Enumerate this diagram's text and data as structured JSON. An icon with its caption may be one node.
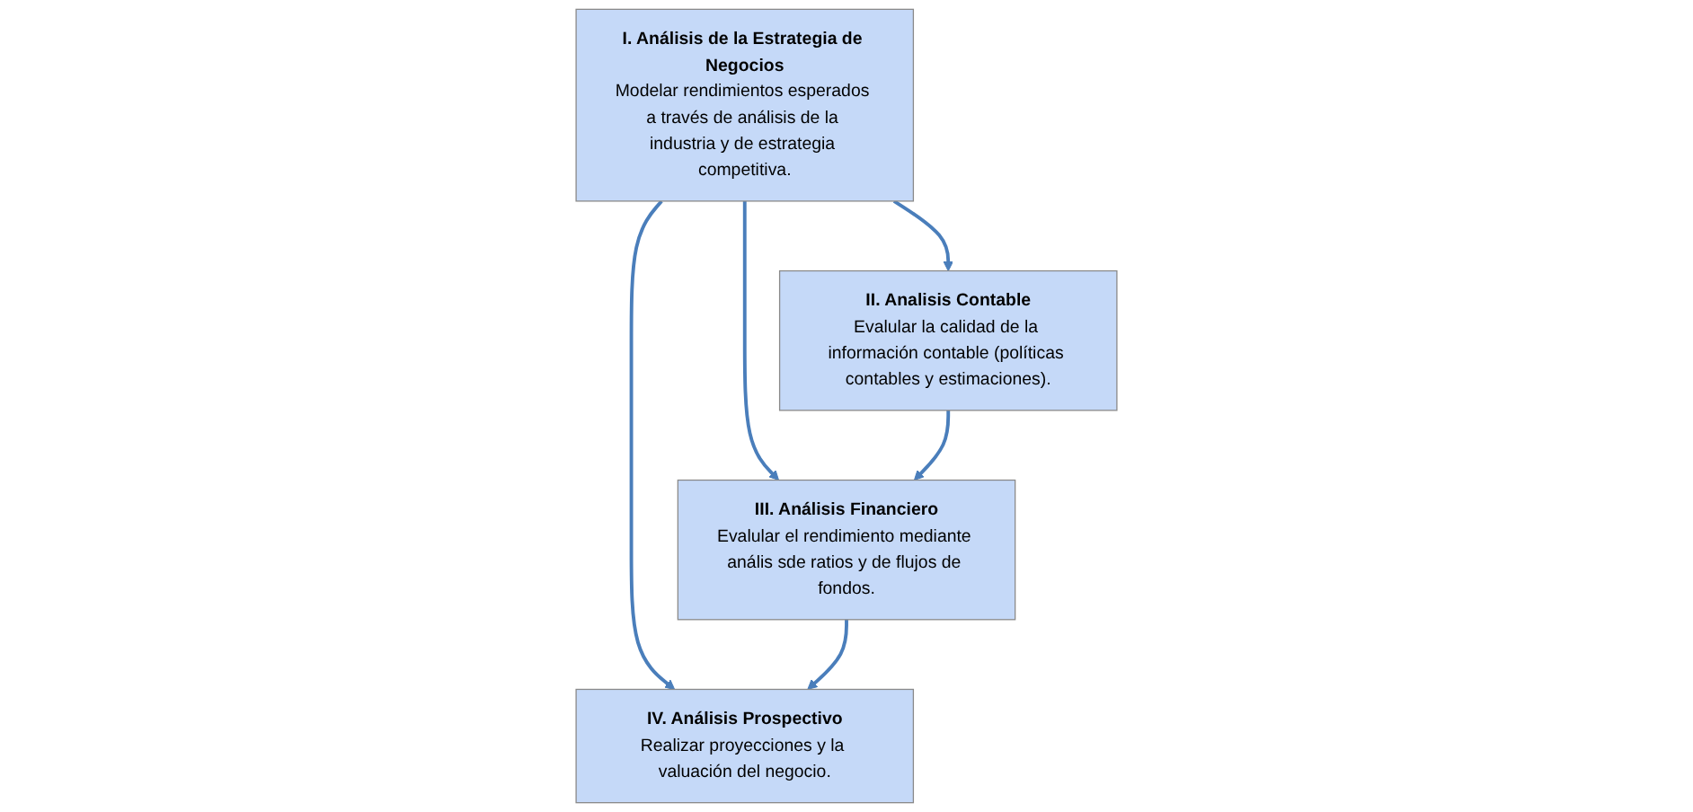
{
  "diagram": {
    "nodes": [
      {
        "text": [
          "I. Análisis de la Estrategia de Negocios",
          "Modelar rendimientos esperados a través de análisis de la industria y de estrategia competitiva."
        ]
      },
      {
        "text": [
          "II. Analisis Contable",
          "Evalular la calidad de la información contable (políticas contables y estimaciones)."
        ]
      },
      {
        "text": [
          "III. Análisis Financiero",
          "Evalular el rendimiento mediante anális sde ratios y de flujos de fondos."
        ]
      },
      {
        "text": [
          "IV. Análisis Prospectivo",
          "Realizar proyecciones y la valuación del negocio."
        ]
      }
    ],
    "edges": [
      {
        "from": 0,
        "to": 1,
        "arrow": "to"
      },
      {
        "from": 0,
        "to": 2,
        "arrow": "to"
      },
      {
        "from": 0,
        "to": 3,
        "arrow": "to"
      },
      {
        "from": 1,
        "to": 2,
        "arrow": "to"
      },
      {
        "from": 2,
        "to": 3,
        "arrow": "to"
      }
    ]
  }
}
